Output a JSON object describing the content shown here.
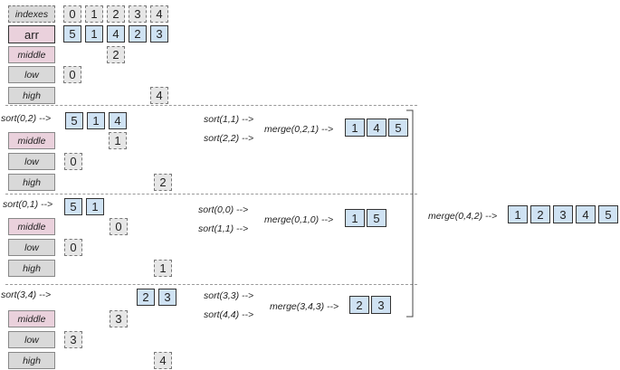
{
  "header": {
    "indexes_label": "indexes",
    "arr_label": "arr",
    "middle_label": "middle",
    "low_label": "low",
    "high_label": "high",
    "indexes": [
      "0",
      "1",
      "2",
      "3",
      "4"
    ],
    "arr": [
      "5",
      "1",
      "4",
      "2",
      "3"
    ],
    "middle": "2",
    "low": "0",
    "high": "4"
  },
  "block1": {
    "call": "sort(0,2) -->",
    "values": [
      "5",
      "1",
      "4"
    ],
    "middle_label": "middle",
    "low_label": "low",
    "high_label": "high",
    "middle": "1",
    "low": "0",
    "high": "2",
    "sub1": "sort(1,1) -->",
    "sub2": "sort(2,2) -->",
    "merge": "merge(0,2,1) -->",
    "result": [
      "1",
      "4",
      "5"
    ]
  },
  "block2": {
    "call": "sort(0,1) -->",
    "values": [
      "5",
      "1"
    ],
    "middle_label": "middle",
    "low_label": "low",
    "high_label": "high",
    "middle": "0",
    "low": "0",
    "high": "1",
    "sub1": "sort(0,0) -->",
    "sub2": "sort(1,1) -->",
    "merge": "merge(0,1,0) -->",
    "result": [
      "1",
      "5"
    ]
  },
  "block3": {
    "call": "sort(3,4) -->",
    "values": [
      "2",
      "3"
    ],
    "middle_label": "middle",
    "low_label": "low",
    "high_label": "high",
    "middle": "3",
    "low": "3",
    "high": "4",
    "sub1": "sort(3,3) -->",
    "sub2": "sort(4,4) -->",
    "merge": "merge(3,4,3) -->",
    "result": [
      "2",
      "3"
    ]
  },
  "final": {
    "merge": "merge(0,4,2) -->",
    "result": [
      "1",
      "2",
      "3",
      "4",
      "5"
    ]
  }
}
